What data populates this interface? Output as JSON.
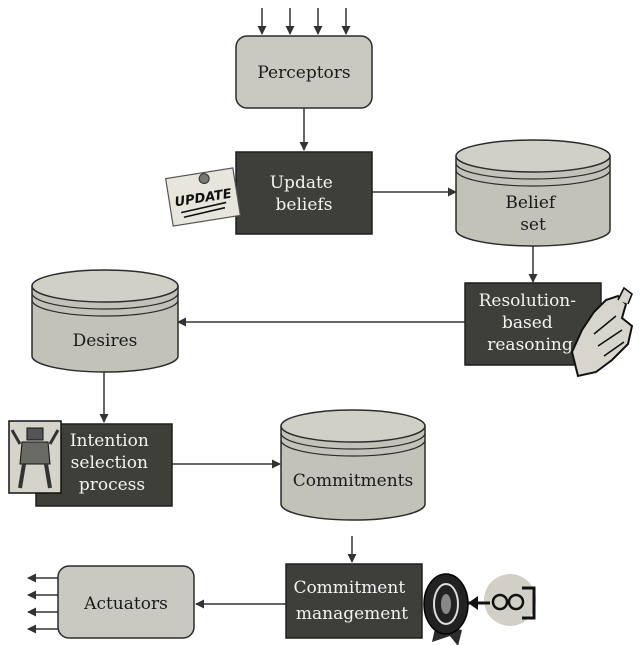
{
  "nodes": {
    "perceptors": "Perceptors",
    "update_beliefs": [
      "Update",
      "beliefs"
    ],
    "belief_set": [
      "Belief",
      "set"
    ],
    "resolution_reasoning": [
      "Resolution-",
      "based",
      "reasoning"
    ],
    "desires": "Desires",
    "intention_selection": [
      "Intention",
      "selection",
      "process"
    ],
    "commitments": "Commitments",
    "commitment_management": [
      "Commitment",
      "management"
    ],
    "actuators": "Actuators"
  },
  "decorations": {
    "note_text": "UPDATE"
  },
  "colors": {
    "light_box": "#c9c9c1",
    "dark_box": "#3f3f3a",
    "cylinder": "#c2c2b8",
    "stroke": "#2b2b2b",
    "arrow": "#333333"
  },
  "icons": [
    "sticky-note-icon",
    "hand-icon",
    "robot-icon",
    "watch-icon",
    "key-icon"
  ]
}
